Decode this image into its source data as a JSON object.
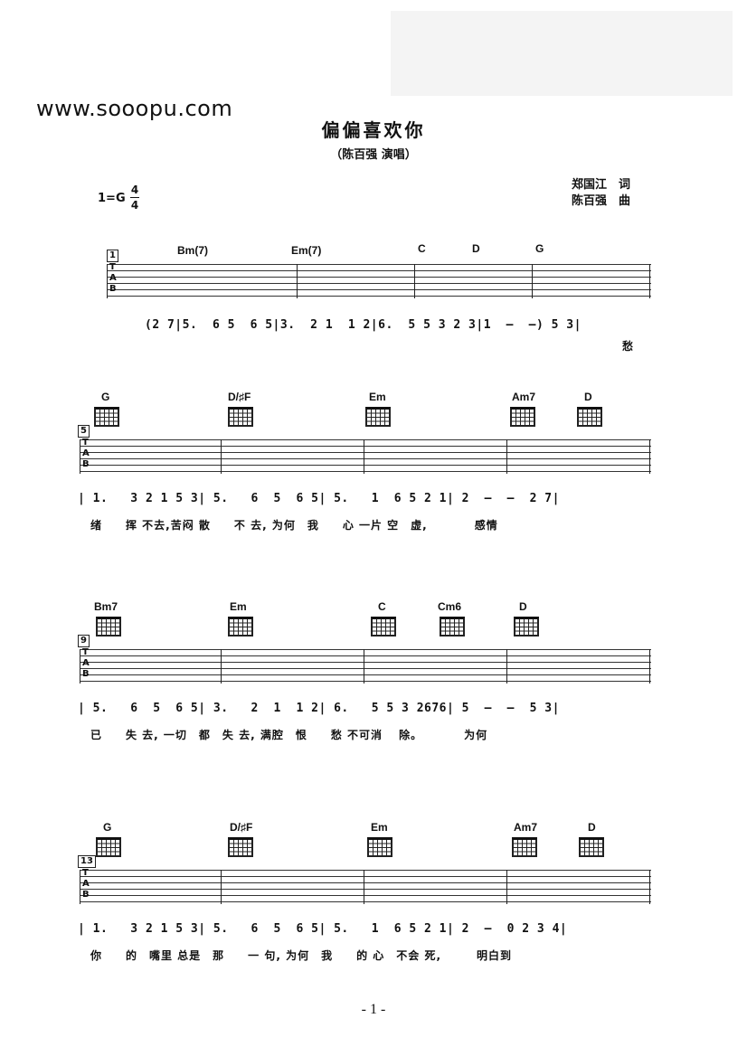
{
  "header": {
    "site": "www.sooopu.com",
    "title": "偏偏喜欢你",
    "subtitle": "（陈百强 演唱）",
    "key": "1=G",
    "time_top": "4",
    "time_bottom": "4",
    "lyricist": "郑国江　词",
    "composer": "陈百强　曲"
  },
  "systems": [
    {
      "measure": "1",
      "chords": [
        "Bm(7)",
        "Em(7)",
        "C",
        "D",
        "G"
      ],
      "jianpu": "(2 7|5.  6 5  6 5|3.  2 1  1 2|6.  5 5 3 2 3|1  —  —) 5 3|",
      "lyrics": "愁"
    },
    {
      "measure": "5",
      "chords": [
        "G",
        "D/♯F",
        "Em",
        "Am7",
        "D"
      ],
      "jianpu": "| 1.   3 2 1 5 3| 5.   6  5  6 5| 5.   1  6 5 2 1| 2  —  —  2 7|",
      "lyrics": "绪　　挥 不去,苦闷 散　　不 去, 为何　我　　心 一片 空　虚,　　　　感情"
    },
    {
      "measure": "9",
      "chords": [
        "Bm7",
        "Em",
        "C",
        "Cm6",
        "D"
      ],
      "jianpu": "| 5.   6  5  6 5| 3.   2  1  1 2| 6.   5 5 3 2676| 5  —  —  5 3|",
      "lyrics": "已　　失 去, 一切　都　失 去, 满腔　恨　　愁 不可消　 除。　　　　为何"
    },
    {
      "measure": "13",
      "chords": [
        "G",
        "D/♯F",
        "Em",
        "Am7",
        "D"
      ],
      "jianpu": "| 1.   3 2 1 5 3| 5.   6  5  6 5| 5.   1  6 5 2 1| 2  —  0 2 3 4|",
      "lyrics": "你　　的　嘴里 总是　那　　一 句, 为何　我　　的 心　不会 死,　　　明白到"
    }
  ],
  "footer": {
    "page": "- 1 -"
  }
}
